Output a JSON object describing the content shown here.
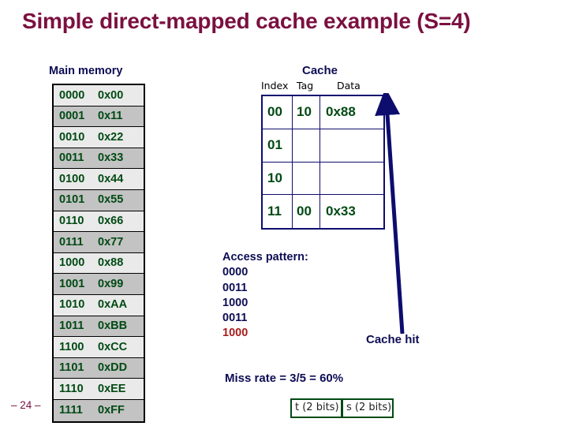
{
  "slide": {
    "title": "Simple direct-mapped cache example (S=4)",
    "page_number": "– 24 –",
    "colors": {
      "title": "#7b1040",
      "navy": "#0d0d55",
      "green": "#014a14",
      "red_highlight": "#a81d1d"
    }
  },
  "main_memory": {
    "caption": "Main memory",
    "rows": [
      {
        "address": "0000",
        "value": "0x00"
      },
      {
        "address": "0001",
        "value": "0x11"
      },
      {
        "address": "0010",
        "value": "0x22"
      },
      {
        "address": "0011",
        "value": "0x33"
      },
      {
        "address": "0100",
        "value": "0x44"
      },
      {
        "address": "0101",
        "value": "0x55"
      },
      {
        "address": "0110",
        "value": "0x66"
      },
      {
        "address": "0111",
        "value": "0x77"
      },
      {
        "address": "1000",
        "value": "0x88"
      },
      {
        "address": "1001",
        "value": "0x99"
      },
      {
        "address": "1010",
        "value": "0xAA"
      },
      {
        "address": "1011",
        "value": "0xBB"
      },
      {
        "address": "1100",
        "value": "0xCC"
      },
      {
        "address": "1101",
        "value": "0xDD"
      },
      {
        "address": "1110",
        "value": "0xEE"
      },
      {
        "address": "1111",
        "value": "0xFF"
      }
    ]
  },
  "cache": {
    "caption": "Cache",
    "headers": {
      "index": "Index",
      "tag": "Tag",
      "data": "Data"
    },
    "rows": [
      {
        "index": "00",
        "tag": "10",
        "data": "0x88"
      },
      {
        "index": "01",
        "tag": "",
        "data": ""
      },
      {
        "index": "10",
        "tag": "",
        "data": ""
      },
      {
        "index": "11",
        "tag": "00",
        "data": "0x33"
      }
    ]
  },
  "access_pattern": {
    "title": "Access pattern:",
    "entries": [
      "0000",
      "0011",
      "1000",
      "0011"
    ],
    "last_entry": "1000",
    "annotation": "Cache hit"
  },
  "miss_rate": {
    "text": "Miss rate = 3/5 = 60%"
  },
  "address_fields": {
    "tag_box": "t (2 bits)",
    "set_box": "s (2 bits)"
  }
}
